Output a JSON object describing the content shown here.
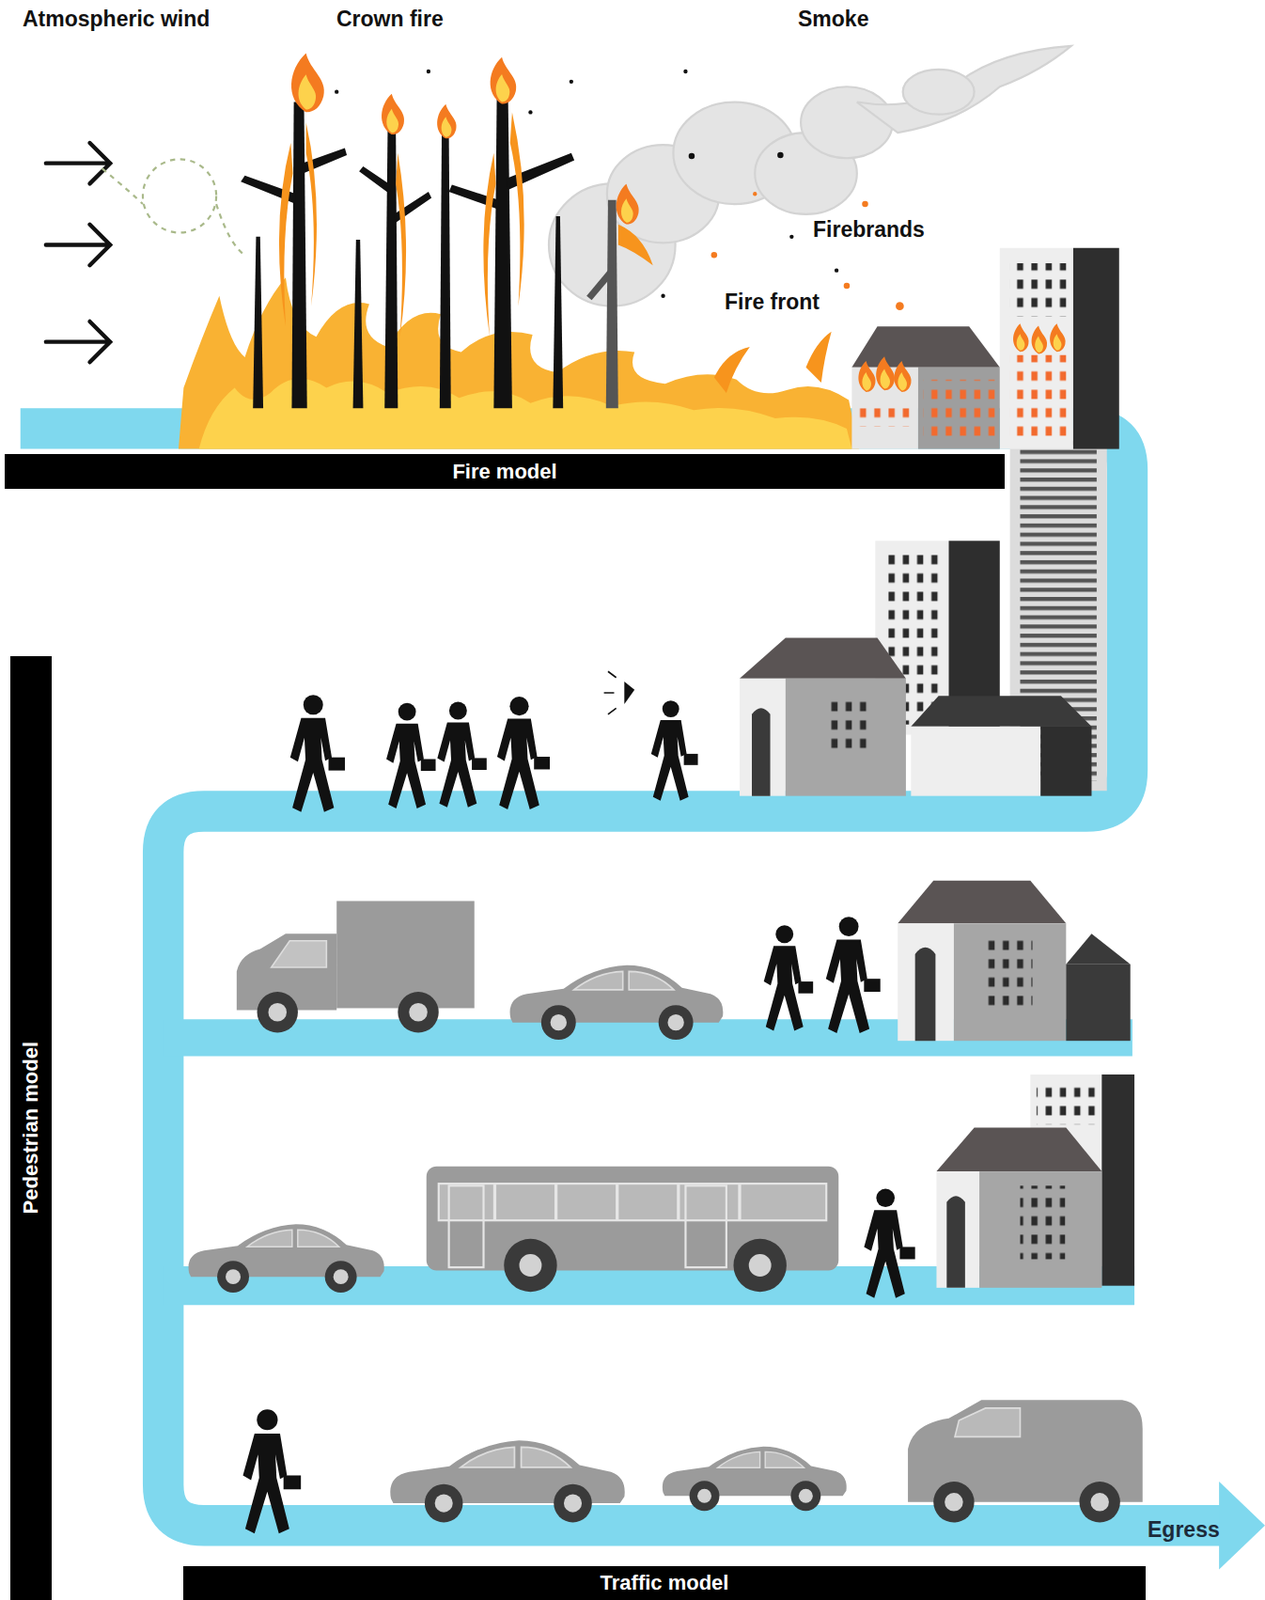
{
  "diagram": {
    "nodes": [
      {
        "text": [
          "Fire model"
        ]
      },
      {
        "text": [
          "Pedestrian model"
        ]
      },
      {
        "text": [
          "Traffic model"
        ]
      }
    ],
    "labels": [
      "Atmospheric wind",
      "Crown fire",
      "Smoke",
      "Firebrands",
      "Fire front",
      "Egress"
    ]
  }
}
